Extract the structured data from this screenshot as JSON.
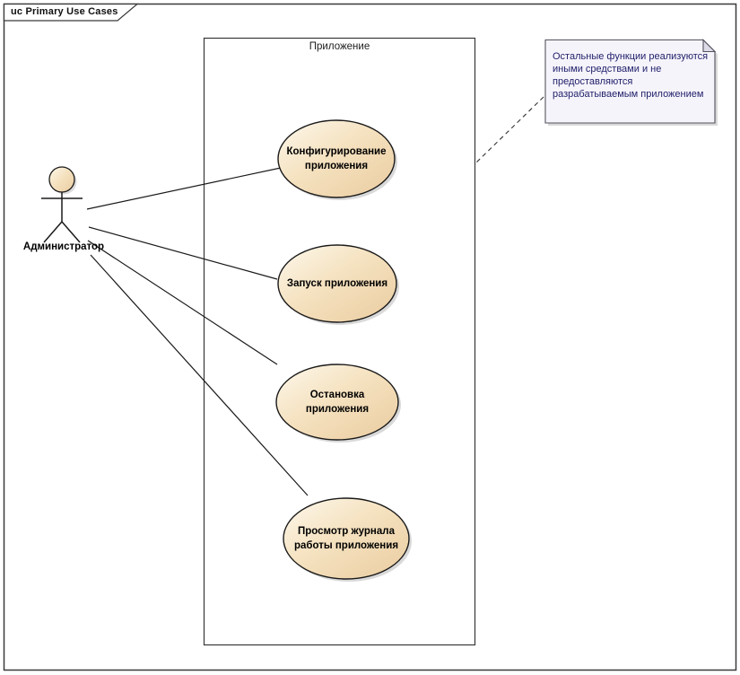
{
  "frame": {
    "title": "uc Primary Use Cases"
  },
  "system_boundary": {
    "label": "Приложение"
  },
  "actor": {
    "label": "Администратор"
  },
  "use_cases": [
    {
      "label": "Конфигурирование\nприложения"
    },
    {
      "label": "Запуск приложения"
    },
    {
      "label": "Остановка\nприложения"
    },
    {
      "label": "Просмотр журнала\nработы приложения"
    }
  ],
  "note": {
    "text": "Остальные функции реализуются\nиными средствами и не\nпредоставляются\nразрабатываемым приложением"
  },
  "colors": {
    "usecase_fill_light": "#fdf8ec",
    "usecase_fill_mid": "#f5e2c0",
    "usecase_fill_dark": "#eacca0",
    "note_fill": "#f6f4fb",
    "note_fold": "#dddbe8",
    "note_text": "#21216b",
    "shadow": "#b9b9b9",
    "line": "#1a1a1a"
  }
}
